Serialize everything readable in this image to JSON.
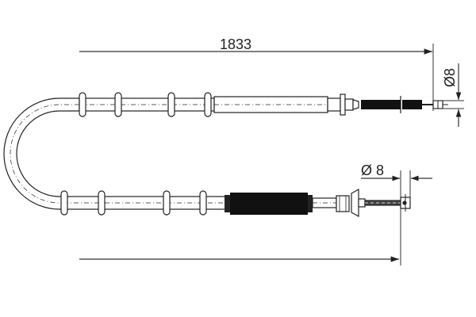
{
  "drawing": {
    "type": "brake cable technical drawing",
    "line_color": "#222222",
    "background": "#ffffff"
  },
  "dimensions": {
    "length_label": "1833",
    "top_end_diameter_label": "Ø8",
    "bottom_end_diameter_label": "Ø 8"
  }
}
